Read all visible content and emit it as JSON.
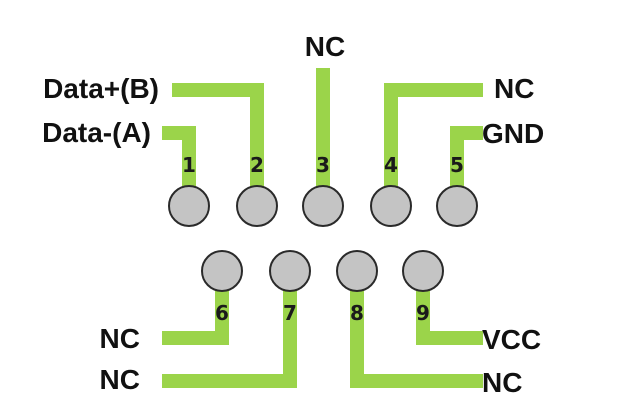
{
  "colors": {
    "wire": "#9bd44a",
    "pin_fill": "#c4c4c4",
    "pin_stroke": "#2a2a2a",
    "text": "#111111"
  },
  "pins": [
    {
      "number": "1",
      "signal": "Data-(A)"
    },
    {
      "number": "2",
      "signal": "Data+(B)"
    },
    {
      "number": "3",
      "signal": "NC"
    },
    {
      "number": "4",
      "signal": "NC"
    },
    {
      "number": "5",
      "signal": "GND"
    },
    {
      "number": "6",
      "signal": "NC"
    },
    {
      "number": "7",
      "signal": "NC"
    },
    {
      "number": "8",
      "signal": "NC"
    },
    {
      "number": "9",
      "signal": "VCC"
    }
  ]
}
